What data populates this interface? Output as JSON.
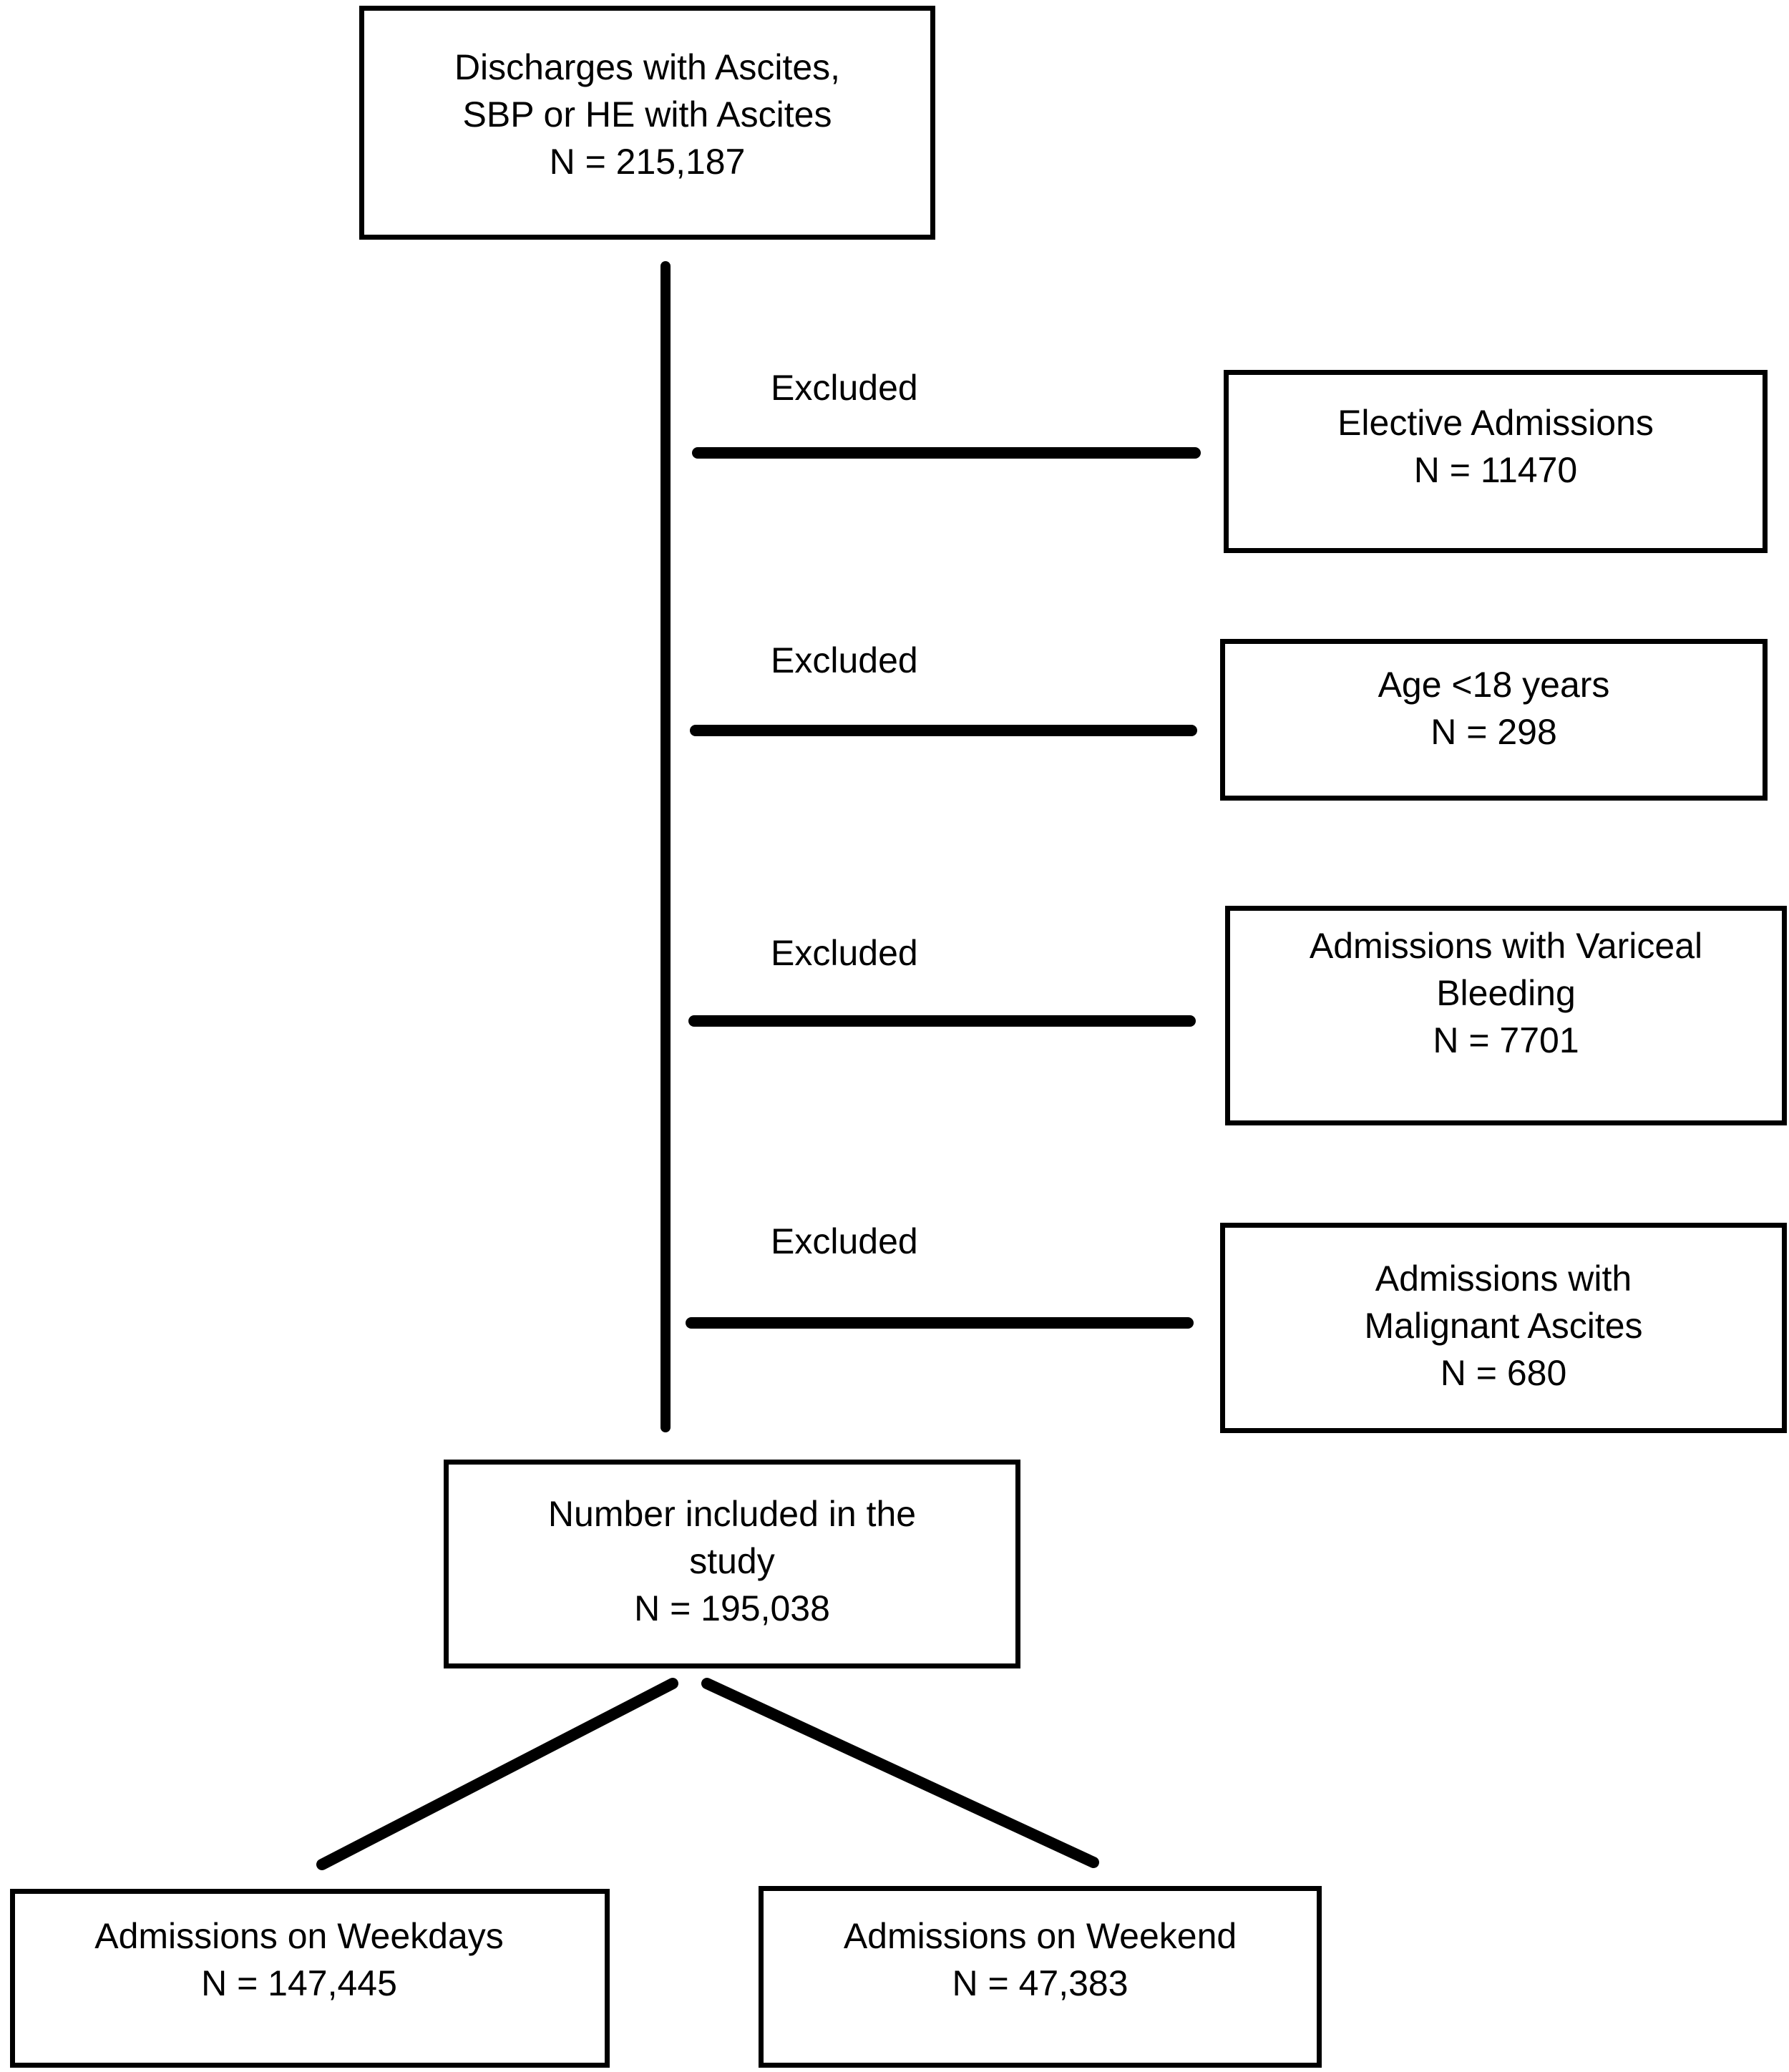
{
  "flowchart": {
    "start": {
      "lines": [
        "Discharges with Ascites,",
        "SBP or HE with Ascites",
        "N = 215,187"
      ]
    },
    "exclusions": [
      {
        "label": "Excluded",
        "lines": [
          "Elective Admissions",
          "N = 11470"
        ]
      },
      {
        "label": "Excluded",
        "lines": [
          "Age <18 years",
          "N = 298"
        ]
      },
      {
        "label": "Excluded",
        "lines": [
          "Admissions with Variceal",
          "Bleeding",
          "N = 7701"
        ]
      },
      {
        "label": "Excluded",
        "lines": [
          "Admissions with",
          "Malignant Ascites",
          "N = 680"
        ]
      }
    ],
    "included": {
      "lines": [
        "Number included in the",
        "study",
        "N = 195,038"
      ]
    },
    "groups": [
      {
        "lines": [
          "Admissions on Weekdays",
          "N = 147,445"
        ]
      },
      {
        "lines": [
          "Admissions on Weekend",
          "N = 47,383"
        ]
      }
    ]
  }
}
